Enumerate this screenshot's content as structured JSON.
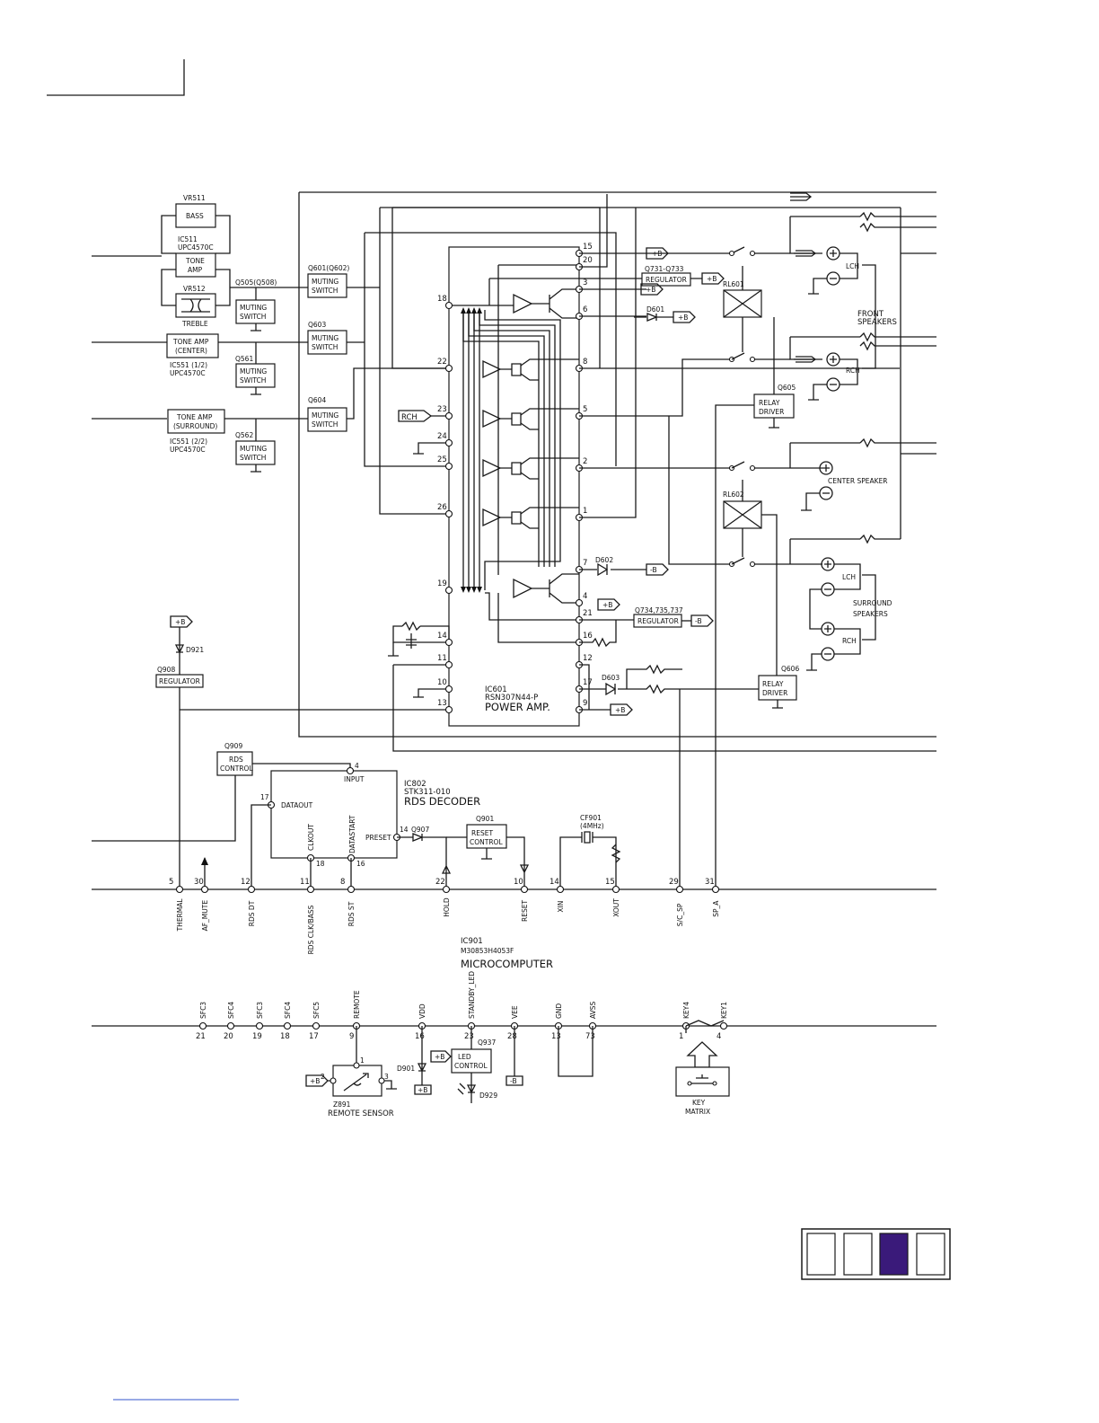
{
  "blocks": {
    "vr511": {
      "ref": "VR511",
      "label": "BASS"
    },
    "ic511": {
      "ref": "IC511",
      "part": "UPC4570C",
      "label_1": "TONE",
      "label_2": "AMP"
    },
    "vr512": {
      "ref": "VR512",
      "label": "TREBLE"
    },
    "q505": {
      "ref": "Q505(Q508)",
      "label_1": "MUTING",
      "label_2": "SWITCH"
    },
    "q601": {
      "ref": "Q601(Q602)",
      "label_1": "MUTING",
      "label_2": "SWITCH"
    },
    "q603": {
      "ref": "Q603",
      "label_1": "MUTING",
      "label_2": "SWITCH"
    },
    "q604": {
      "ref": "Q604",
      "label_1": "MUTING",
      "label_2": "SWITCH"
    },
    "q561": {
      "ref": "Q561",
      "label_1": "MUTING",
      "label_2": "SWITCH"
    },
    "q562": {
      "ref": "Q562",
      "label_1": "MUTING",
      "label_2": "SWITCH"
    },
    "tone_center": {
      "label_1": "TONE AMP",
      "label_2": "(CENTER)",
      "ref": "IC551 (1/2)",
      "part": "UPC4570C"
    },
    "tone_surround": {
      "label_1": "TONE AMP",
      "label_2": "(SURROUND)",
      "ref": "IC551 (2/2)",
      "part": "UPC4570C"
    },
    "q731_reg": {
      "ref": "Q731-Q733",
      "label": "REGULATOR"
    },
    "q734_reg": {
      "ref": "Q734,735,737",
      "label": "REGULATOR"
    },
    "d601": "D601",
    "d602": "D602",
    "d603": "D603",
    "rl601": "RL601",
    "rl602": "RL602",
    "q605": {
      "ref": "Q605",
      "label_1": "RELAY",
      "label_2": "DRIVER"
    },
    "q606": {
      "ref": "Q606",
      "label_1": "RELAY",
      "label_2": "DRIVER"
    },
    "q908": {
      "ref": "Q908",
      "label": "REGULATOR"
    },
    "d921": "D921",
    "q909": {
      "ref": "Q909",
      "label_1": "RDS",
      "label_2": "CONTROL"
    },
    "q901": {
      "ref": "Q901",
      "label_1": "RESET",
      "label_2": "CONTROL"
    },
    "q907": "Q907",
    "cf901": {
      "ref": "CF901",
      "freq": "(4MHz)"
    },
    "q937": {
      "ref": "Q937",
      "label_1": "LED",
      "label_2": "CONTROL"
    },
    "d901": "D901",
    "d929": "D929",
    "z891": {
      "ref": "Z891",
      "label": "REMOTE SENSOR"
    },
    "key_matrix": {
      "label_1": "KEY",
      "label_2": "MATRIX"
    }
  },
  "ic601": {
    "ref": "IC601",
    "part": "RSN307N44-P",
    "name": "POWER AMP."
  },
  "ic802": {
    "ref": "IC802",
    "part": "STK311-010",
    "name": "RDS DECODER",
    "pins": {
      "input": "INPUT",
      "dataout": "DATAOUT",
      "clkout": "CLKOUT",
      "datastart": "DATASTART",
      "preset": "PRESET"
    }
  },
  "ic901": {
    "ref": "IC901",
    "part": "M30853H4053F",
    "name": "MICROCOMPUTER"
  },
  "speakers": {
    "lch": "LCH",
    "rch": "RCH",
    "front": {
      "label_1": "FRONT",
      "label_2": "SPEAKERS"
    },
    "center": "CENTER SPEAKER",
    "surround": {
      "label_1": "SURROUND",
      "label_2": "SPEAKERS"
    }
  },
  "rch_tag": "RCH",
  "supply": {
    "plus": "+B",
    "minus": "-B"
  },
  "ic601_pins": {
    "left": [
      "18",
      "22",
      "23",
      "24",
      "25",
      "26",
      "19",
      "14",
      "11",
      "10",
      "13"
    ],
    "right": [
      "15",
      "20",
      "3",
      "6",
      "8",
      "5",
      "2",
      "1",
      "7",
      "4",
      "21",
      "16",
      "12",
      "17",
      "9"
    ]
  },
  "bus1": [
    {
      "num": "5",
      "name": "THERMAL"
    },
    {
      "num": "30",
      "name": "AF_MUTE"
    },
    {
      "num": "12",
      "name": "RDS DT"
    },
    {
      "num": "11",
      "name": "RDS CLK/BASS"
    },
    {
      "num": "8",
      "name": "RDS ST"
    },
    {
      "num": "22",
      "name": "HOLD"
    },
    {
      "num": "10",
      "name": "RESET"
    },
    {
      "num": "14",
      "name": "XIN"
    },
    {
      "num": "15",
      "name": "XOUT"
    },
    {
      "num": "29",
      "name": "S/C_SP"
    },
    {
      "num": "31",
      "name": "SP_A"
    }
  ],
  "ic802_pin_nums": {
    "input": "4",
    "dataout": "17",
    "clkout": "18",
    "datastart": "16",
    "preset": "14"
  },
  "bus2": [
    {
      "num": "21",
      "name": "SFC3"
    },
    {
      "num": "20",
      "name": "SFC4"
    },
    {
      "num": "19",
      "name": "SFC3"
    },
    {
      "num": "18",
      "name": "SFC4"
    },
    {
      "num": "17",
      "name": "SFC5"
    },
    {
      "num": "9",
      "name": "REMOTE"
    },
    {
      "num": "16",
      "name": "VDD"
    },
    {
      "num": "23",
      "name": "STANDBY_LED"
    },
    {
      "num": "28",
      "name": "VEE"
    },
    {
      "num": "13",
      "name": "GND"
    },
    {
      "num": "73",
      "name": "AVSS"
    },
    {
      "num": "1",
      "name": "KEY4"
    },
    {
      "num": "4",
      "name": "KEY1"
    }
  ],
  "sensor_pins": [
    "1",
    "2",
    "3"
  ],
  "page_index": {
    "boxes": 4,
    "active": 3,
    "active_color": "#3a1a7a"
  }
}
